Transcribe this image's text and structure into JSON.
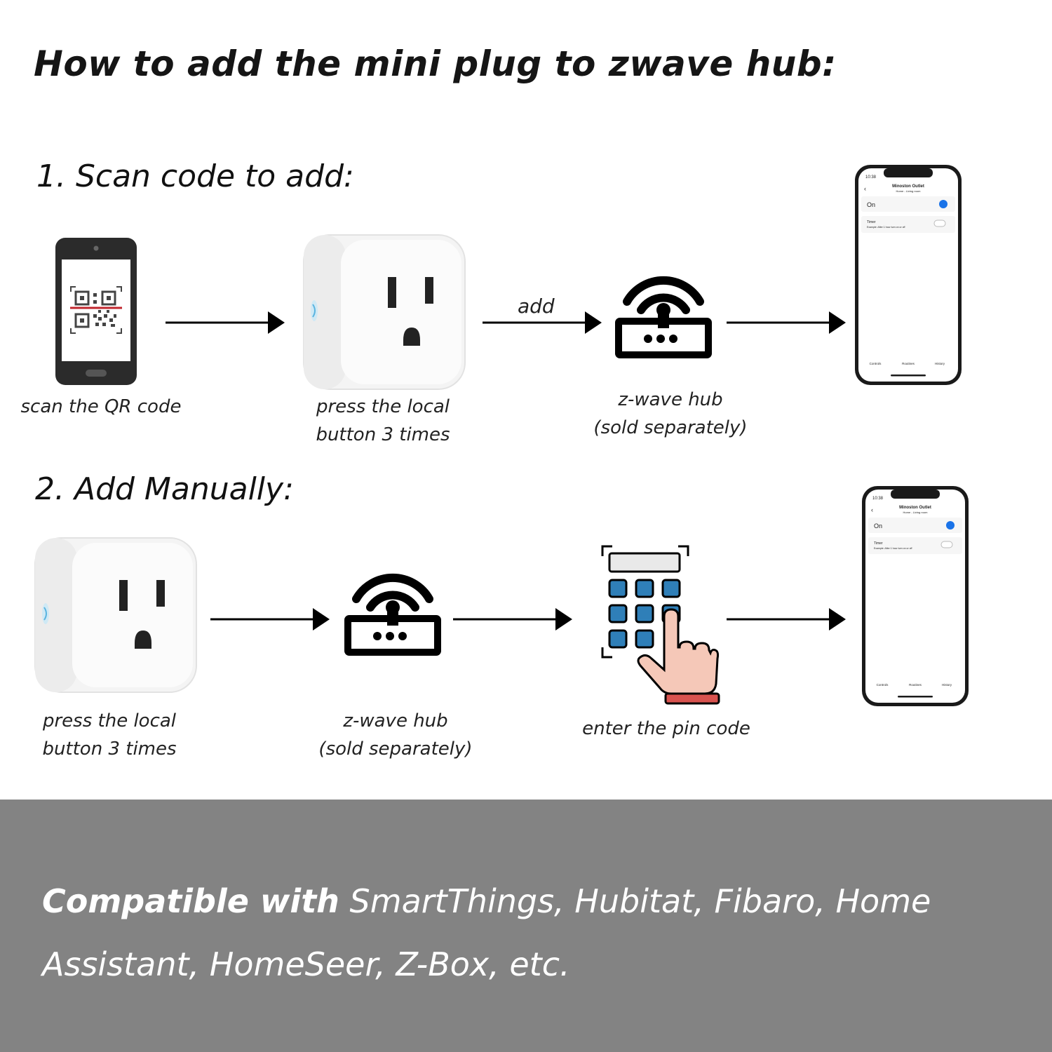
{
  "title": "How to add the mini plug to zwave hub:",
  "section1": {
    "heading": "1. Scan code to add:",
    "captions": {
      "scan": "scan the QR code",
      "press_line1": "press the local",
      "press_line2": "button 3 times",
      "hub_line1": "z-wave hub",
      "hub_line2": "(sold separately)"
    },
    "arrow_label": "add"
  },
  "section2": {
    "heading": "2. Add Manually:",
    "captions": {
      "press_line1": "press the local",
      "press_line2": "button 3 times",
      "hub_line1": "z-wave hub",
      "hub_line2": "(sold separately)",
      "pin": "enter the pin code"
    }
  },
  "app_screen": {
    "time": "10:38",
    "device_name": "Minoston Outlet",
    "location": "Home - Living room",
    "state": "On",
    "timer_label": "Timer",
    "timer_desc": "Example: After 1 hour turn on or off",
    "tabs": [
      "Controls",
      "Routines",
      "History"
    ]
  },
  "footer": {
    "bold": "Compatible with",
    "text": " SmartThings, Hubitat, Fibaro, Home Assistant, HomeSeer, Z-Box, etc."
  },
  "colors": {
    "accent_blue": "#1a73e8",
    "keypad_blue": "#2f7fb8",
    "hand_skin": "#f5c8b8",
    "cuff_red": "#d9534f",
    "footer_gray": "#838383"
  }
}
